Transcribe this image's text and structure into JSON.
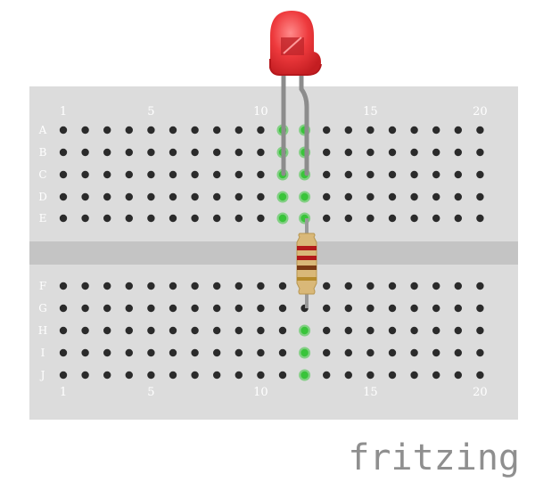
{
  "breadboard": {
    "columns_top": [
      "1",
      "5",
      "10",
      "15",
      "20"
    ],
    "columns_bottom": [
      "1",
      "5",
      "10",
      "15",
      "20"
    ],
    "rows_top": [
      "A",
      "B",
      "C",
      "D",
      "E"
    ],
    "rows_bottom": [
      "F",
      "G",
      "H",
      "I",
      "J"
    ],
    "column_count": 20,
    "board_color": "#dcdcdc",
    "channel_color": "#c4c4c4",
    "hole_color": "#2b2b2b",
    "active_hole_color": "#39c43a",
    "label_color": "#ffffff"
  },
  "components": {
    "led": {
      "color": "#e8262c",
      "legs_column": [
        11,
        12
      ]
    },
    "resistor": {
      "body_color": "#d9b878",
      "bands": [
        "#b21a1a",
        "#b21a1a",
        "#7a3a14",
        "#b58a2a"
      ],
      "column": 12
    }
  },
  "brand": {
    "name": "fritzing",
    "color": "#8f8f8f"
  }
}
